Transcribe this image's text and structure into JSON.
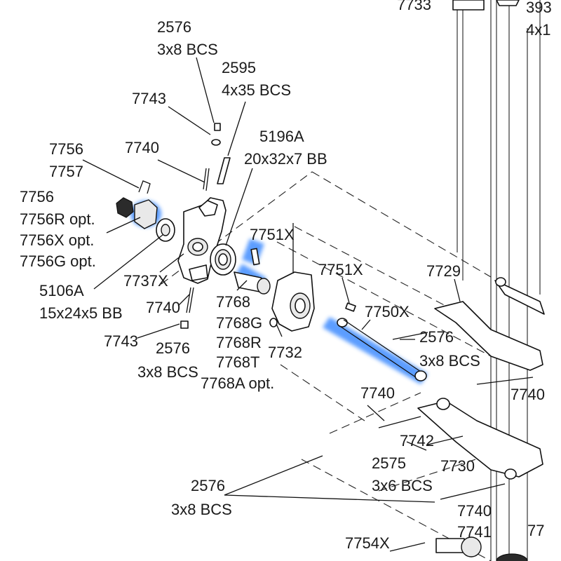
{
  "diagram": {
    "labels": {
      "l2576_top_num": "2576",
      "l2576_top_desc": "3x8 BCS",
      "l2595_num": "2595",
      "l2595_desc": "4x35 BCS",
      "l7743_top": "7743",
      "l7740_top": "7740",
      "l5196a_num": "5196A",
      "l5196a_desc": "20x32x7 BB",
      "l7756_a": "7756",
      "l7757": "7757",
      "l7756_b": "7756",
      "l7756r": "7756R opt.",
      "l7756x": "7756X opt.",
      "l7756g": "7756G opt.",
      "l7751x_a": "7751X",
      "l7737x": "7737X",
      "l5106a_num": "5106A",
      "l5106a_desc": "15x24x5 BB",
      "l7740_mid": "7740",
      "l7768": "7768",
      "l7768g": "7768G",
      "l7768r": "7768R",
      "l7768t": "7768T",
      "l7768a": "7768A opt.",
      "l7743_bot": "7743",
      "l2576_mid_num": "2576",
      "l2576_mid_desc": "3x8 BCS",
      "l7732": "7732",
      "l7751x_b": "7751X",
      "l7750x": "7750X",
      "l2576_right_num": "2576",
      "l2576_right_desc": "3x8 BCS",
      "l7729": "7729",
      "l7733": "7733",
      "l393": "393",
      "l4x1": "4x1",
      "l7740_right": "7740",
      "l7740_low": "7740",
      "l7742": "7742",
      "l2575_num": "2575",
      "l2575_desc": "3x6 BCS",
      "l7730": "7730",
      "l2576_bot_num": "2576",
      "l2576_bot_desc": "3x8 BCS",
      "l7740_bot": "7740",
      "l7741": "7741",
      "l7754x": "7754X",
      "l77": "77"
    }
  }
}
